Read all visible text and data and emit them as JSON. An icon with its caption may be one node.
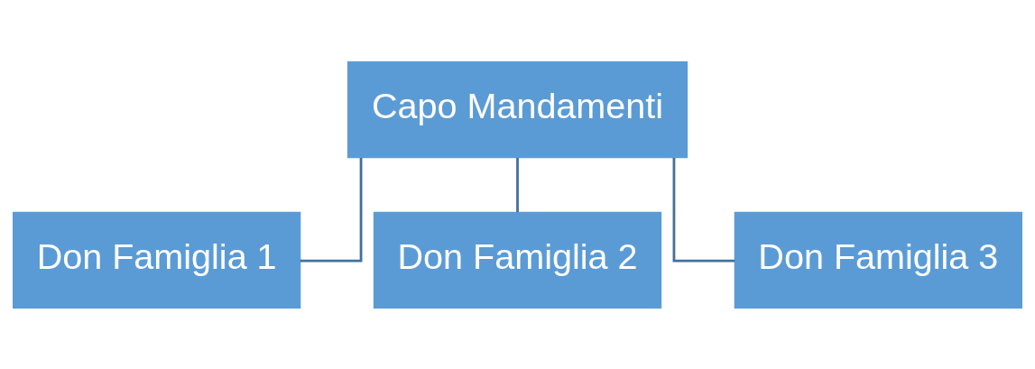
{
  "diagram": {
    "nodes": [
      {
        "text": [
          "Capo Mandamenti"
        ]
      },
      {
        "text": [
          "Don Famiglia 1"
        ]
      },
      {
        "text": [
          "Don Famiglia 2"
        ]
      },
      {
        "text": [
          "Don Famiglia 3"
        ]
      }
    ],
    "edges": [
      {
        "from": 0,
        "to": 1,
        "arrow": "none"
      },
      {
        "from": 0,
        "to": 2,
        "arrow": "none"
      },
      {
        "from": 0,
        "to": 3,
        "arrow": "none"
      }
    ]
  }
}
